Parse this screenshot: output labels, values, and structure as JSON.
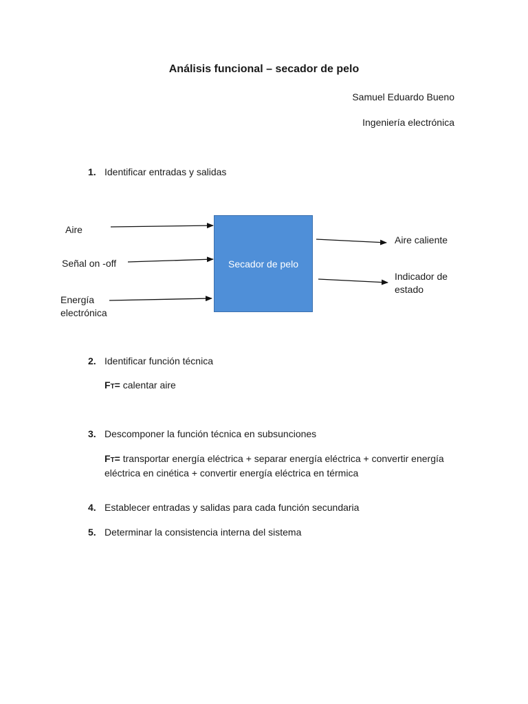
{
  "document": {
    "title": "Análisis funcional – secador de pelo",
    "author": "Samuel Eduardo Bueno",
    "program": "Ingeniería electrónica"
  },
  "items": [
    {
      "number": "1.",
      "text": "Identificar entradas y salidas"
    },
    {
      "number": "2.",
      "text": "Identificar función técnica"
    },
    {
      "number": "3.",
      "text": "Descomponer la función técnica en subsunciones"
    },
    {
      "number": "4.",
      "text": "Establecer entradas y salidas para cada función secundaria"
    },
    {
      "number": "5.",
      "text": "Determinar la consistencia interna del sistema"
    }
  ],
  "diagram": {
    "box_label": "Secador de pelo",
    "inputs": [
      "Aire",
      "Señal on -off",
      "Energía electrónica"
    ],
    "outputs": [
      "Aire caliente",
      "Indicador de estado"
    ],
    "box_color": "#4f8fd8"
  },
  "formula_1": {
    "label": "F",
    "subscript": "T",
    "equals": "=",
    "text": " calentar aire"
  },
  "formula_2": {
    "label": "F",
    "subscript": "T",
    "equals": "=",
    "text": " transportar energía eléctrica + separar energía eléctrica + convertir energía eléctrica en cinética + convertir energía eléctrica en térmica"
  }
}
